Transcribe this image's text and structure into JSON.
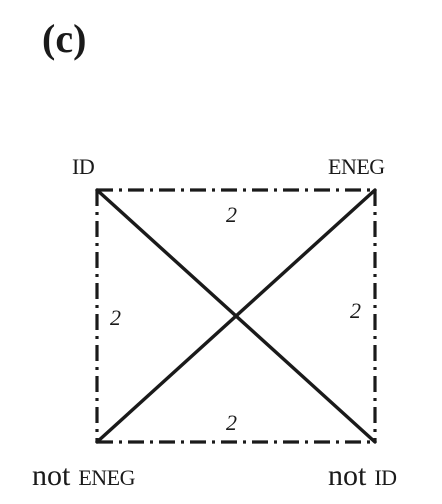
{
  "panel_label": "(c)",
  "corners": {
    "top_left": "ID",
    "top_right": "ENEG",
    "bottom_left_not": "not",
    "bottom_left_term": "ENEG",
    "bottom_right_not": "not",
    "bottom_right_term": "ID"
  },
  "edge_labels": {
    "top": "2",
    "bottom": "2",
    "left": "2",
    "right": "2"
  }
}
